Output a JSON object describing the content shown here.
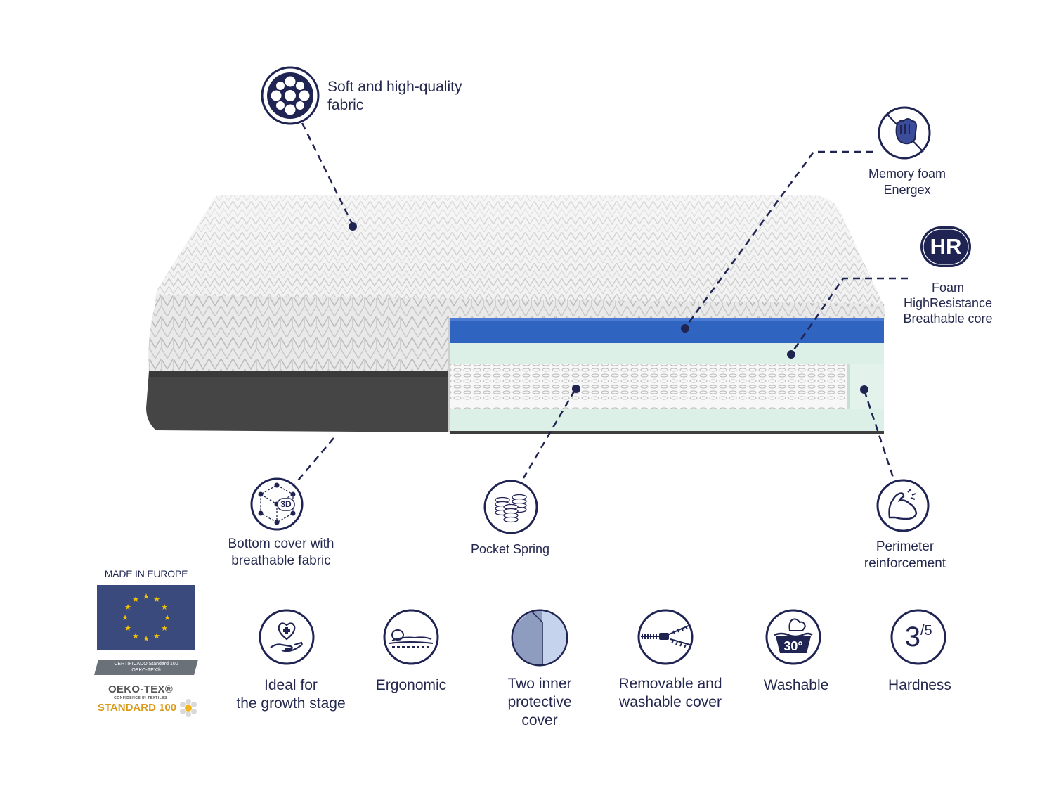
{
  "callouts": {
    "fabric": {
      "line1": "Soft and high-quality",
      "line2": "fabric",
      "icon": "fabric-pattern-icon"
    },
    "memory_foam": {
      "line1": "Memory foam",
      "line2": "Energex",
      "icon": "hand-press-icon"
    },
    "hr_foam": {
      "badge": "HR",
      "line1": "Foam",
      "line2": "HighResistance",
      "line3": "Breathable core",
      "icon": "hr-badge-icon"
    },
    "bottom_cover": {
      "line1": "Bottom cover with",
      "line2": "breathable fabric",
      "badge": "3D",
      "icon": "3d-mesh-icon"
    },
    "pocket_spring": {
      "line1": "Pocket Spring",
      "icon": "springs-icon"
    },
    "perimeter": {
      "line1": "Perimeter",
      "line2": "reinforcement",
      "icon": "strong-arm-icon"
    }
  },
  "certification": {
    "made_in": "MADE IN EUROPE",
    "band_line1": "CERTIFICADO Standard 100",
    "band_line2": "OEKO-TEX®",
    "oeko_name": "OEKO-TEX®",
    "oeko_tagline": "CONFIDENCE IN TEXTILES",
    "oeko_standard": "STANDARD 100",
    "flag_color": "#3b4a7d",
    "star_color": "#f2c300"
  },
  "features": [
    {
      "line1": "Ideal for",
      "line2": "the growth stage",
      "icon": "heart-hand-icon"
    },
    {
      "line1": "Ergonomic",
      "icon": "sleeping-person-icon"
    },
    {
      "line1": "Two inner",
      "line2": "protective",
      "line3": "cover",
      "icon": "layers-icon"
    },
    {
      "line1": "Removable and",
      "line2": "washable cover",
      "icon": "zipper-icon"
    },
    {
      "line1": "Washable",
      "badge": "30°",
      "icon": "wash-tub-icon"
    },
    {
      "line1": "Hardness",
      "value": "3",
      "scale": "/5",
      "icon": "hardness-rating-icon"
    }
  ],
  "colors": {
    "navy": "#1f2452",
    "memory_foam_blue": "#2f64c0",
    "foam_mint": "#d9efe6",
    "base_fabric": "#444444"
  }
}
